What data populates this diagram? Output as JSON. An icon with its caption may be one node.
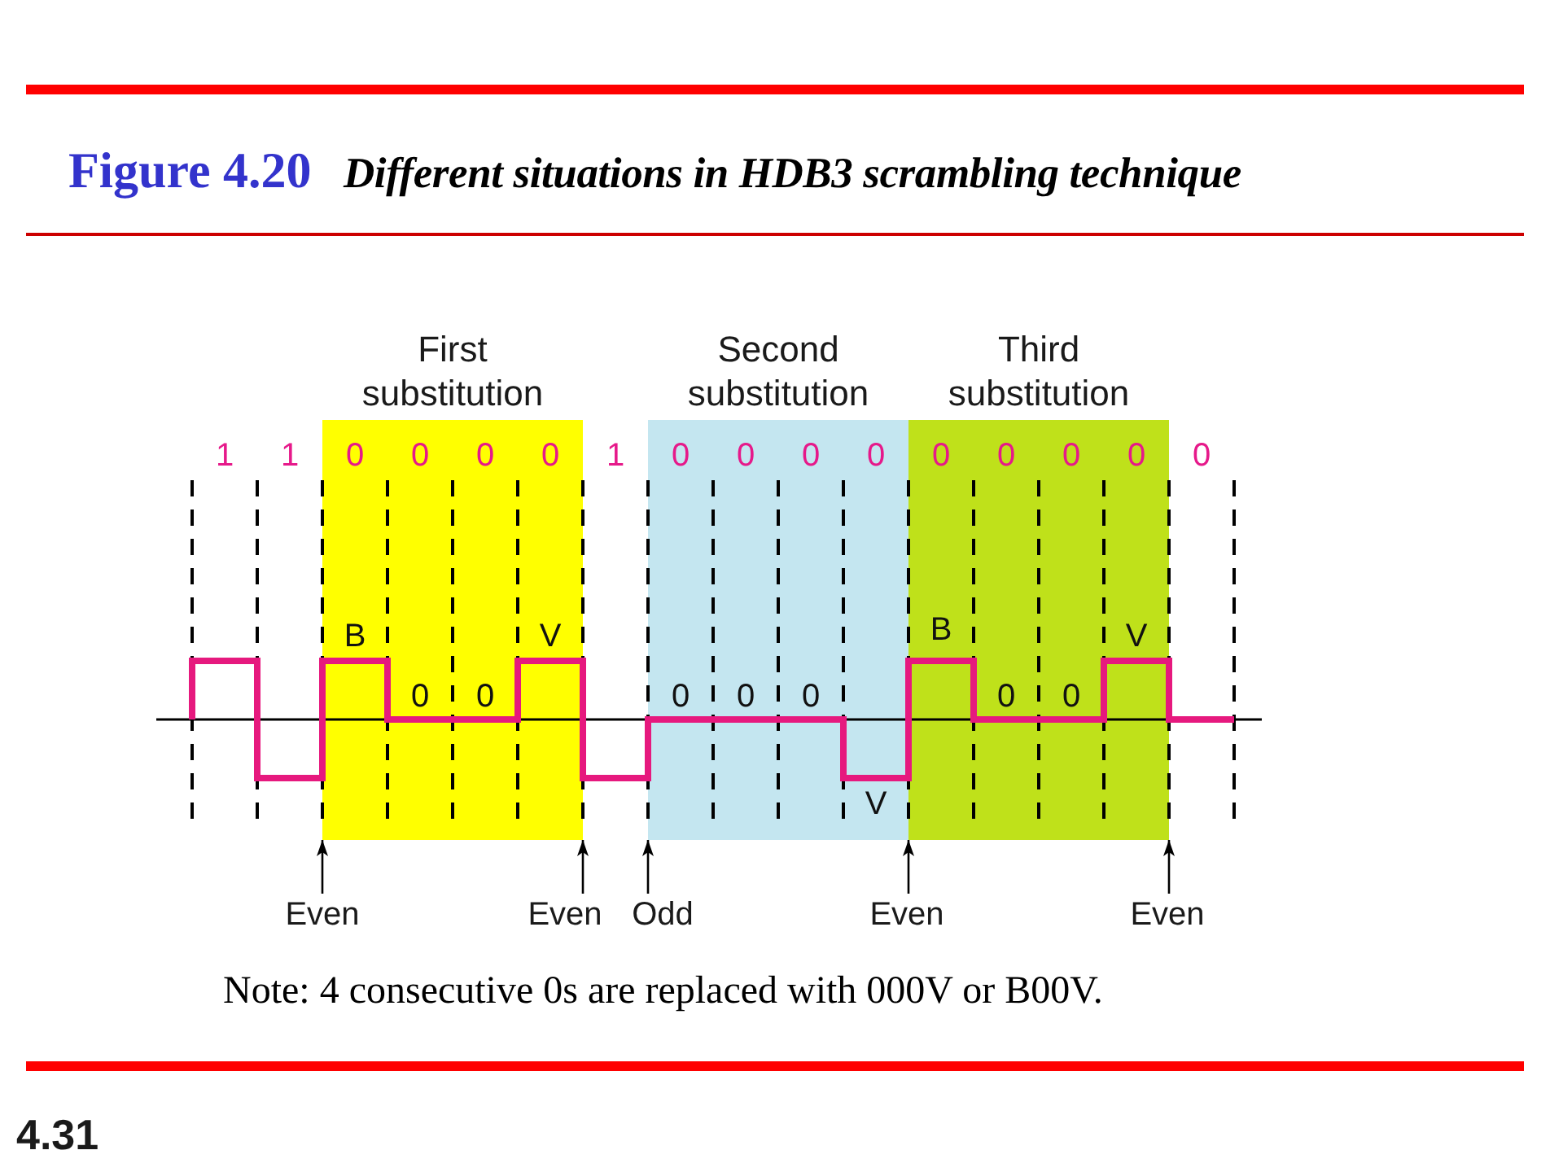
{
  "diagram": {
    "title": "Figure 4.20 *Different situations in HDB3 scrambling technique*",
    "nodes": [
      {
        "text": [
          "First substitution"
        ]
      },
      {
        "text": [
          "Second substitution"
        ]
      },
      {
        "text": [
          "Third substitution"
        ]
      },
      {
        "text": [
          "Even"
        ]
      },
      {
        "text": [
          "Even"
        ]
      },
      {
        "text": [
          "Odd"
        ]
      },
      {
        "text": [
          "Even"
        ]
      },
      {
        "text": [
          "Even"
        ]
      }
    ],
    "edges": [
      {
        "from": 3,
        "to": 0,
        "arrow": "to"
      },
      {
        "from": 4,
        "to": 0,
        "arrow": "to"
      },
      {
        "from": 5,
        "to": 1,
        "arrow": "to"
      },
      {
        "from": 6,
        "to": 2,
        "arrow": "to"
      },
      {
        "from": 7,
        "to": 2,
        "arrow": "to"
      }
    ],
    "labels": [
      "1",
      "1",
      "0",
      "0",
      "0",
      "0",
      "1",
      "0",
      "0",
      "0",
      "0",
      "0",
      "0",
      "0",
      "0",
      "0",
      "B",
      "0",
      "0",
      "V",
      "0",
      "0",
      "0",
      "V",
      "B",
      "0",
      "0",
      "V",
      "Note: 4 consecutive 0s are replaced with 000V or B00V.",
      "4.31"
    ]
  }
}
